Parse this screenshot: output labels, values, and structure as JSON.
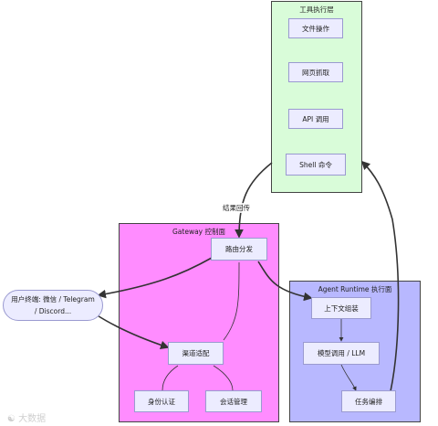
{
  "groups": {
    "tools": {
      "title": "工具执行层",
      "color": "#d9fcd9"
    },
    "gateway": {
      "title": "Gateway 控制面",
      "color": "#ff8cff"
    },
    "runtime": {
      "title": "Agent Runtime 执行面",
      "color": "#b8b8ff"
    }
  },
  "nodes": {
    "file_ops": "文件操作",
    "web_scrape": "网页抓取",
    "api_call": "API 调用",
    "shell_cmd": "Shell 命令",
    "routing": "路由分发",
    "channel_adapt": "渠道适配",
    "auth": "身份认证",
    "session_mgmt": "会话管理",
    "context_assembly": "上下文组装",
    "model_call": "模型调用 / LLM",
    "task_orchestration": "任务编排",
    "user_terminal": "用户终端: 微信 / Telegram / Discord..."
  },
  "edge_labels": {
    "result_return": "结果回传"
  },
  "watermark": "大数据"
}
